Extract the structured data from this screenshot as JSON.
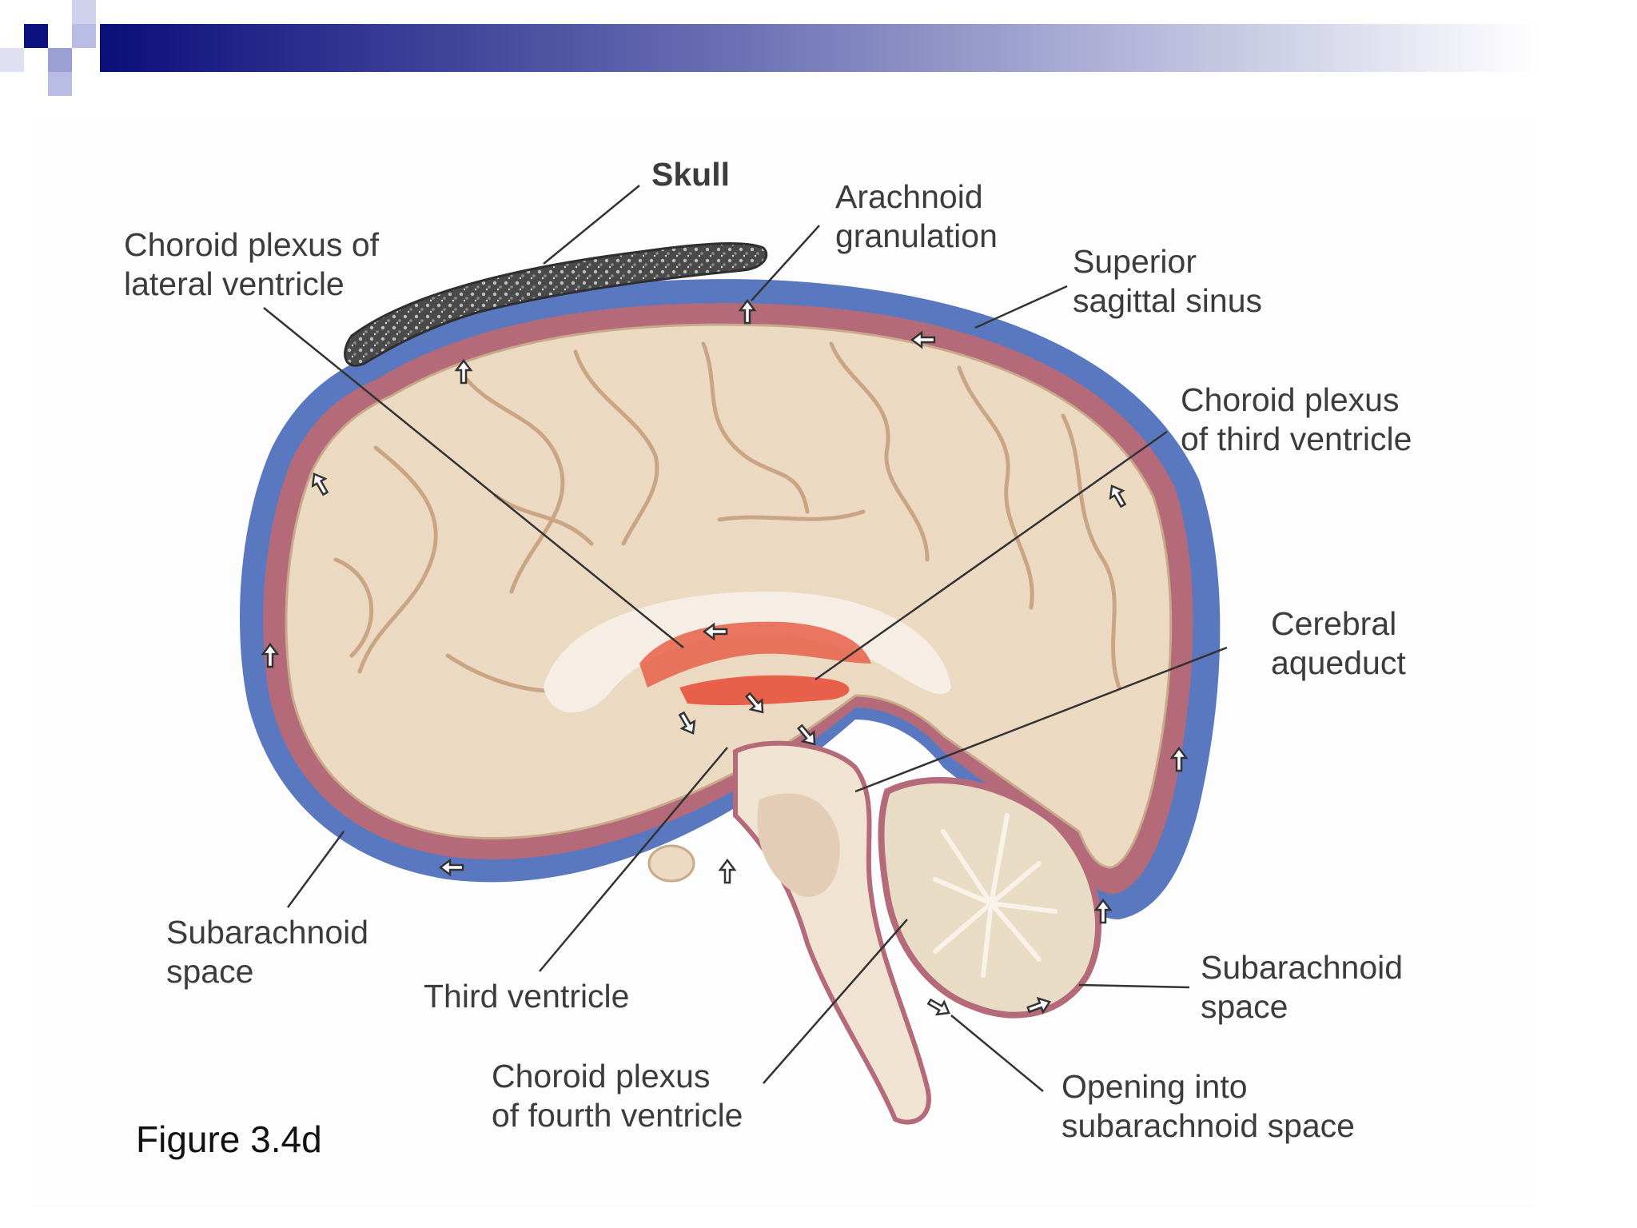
{
  "slide": {
    "caption": "Figure 3.4d",
    "colors": {
      "title_bar_start": "#0a0f7a",
      "title_bar_end": "#ffffff",
      "accent_square_dark": "#0b1280",
      "accent_square_light": "#b9bde3",
      "sinus_blue": "#5a78c0",
      "brain_tan": "#ecd9c2",
      "choroid_red": "#e8604a",
      "skull_gray": "#3a3a3a"
    },
    "icons": [
      "csf-flow-arrow-icon"
    ]
  },
  "labels": {
    "skull": "Skull",
    "arachnoid_granulation": [
      "Arachnoid",
      "granulation"
    ],
    "choroid_lateral": [
      "Choroid plexus of",
      "lateral ventricle"
    ],
    "superior_sagittal": [
      "Superior",
      "sagittal sinus"
    ],
    "choroid_third": [
      "Choroid plexus",
      "of third ventricle"
    ],
    "cerebral_aqueduct": [
      "Cerebral",
      "aqueduct"
    ],
    "subarachnoid_left": [
      "Subarachnoid",
      "space"
    ],
    "third_ventricle": "Third ventricle",
    "subarachnoid_right": [
      "Subarachnoid",
      "space"
    ],
    "choroid_fourth": [
      "Choroid plexus",
      "of fourth ventricle"
    ],
    "opening": [
      "Opening into",
      "subarachnoid space"
    ]
  }
}
